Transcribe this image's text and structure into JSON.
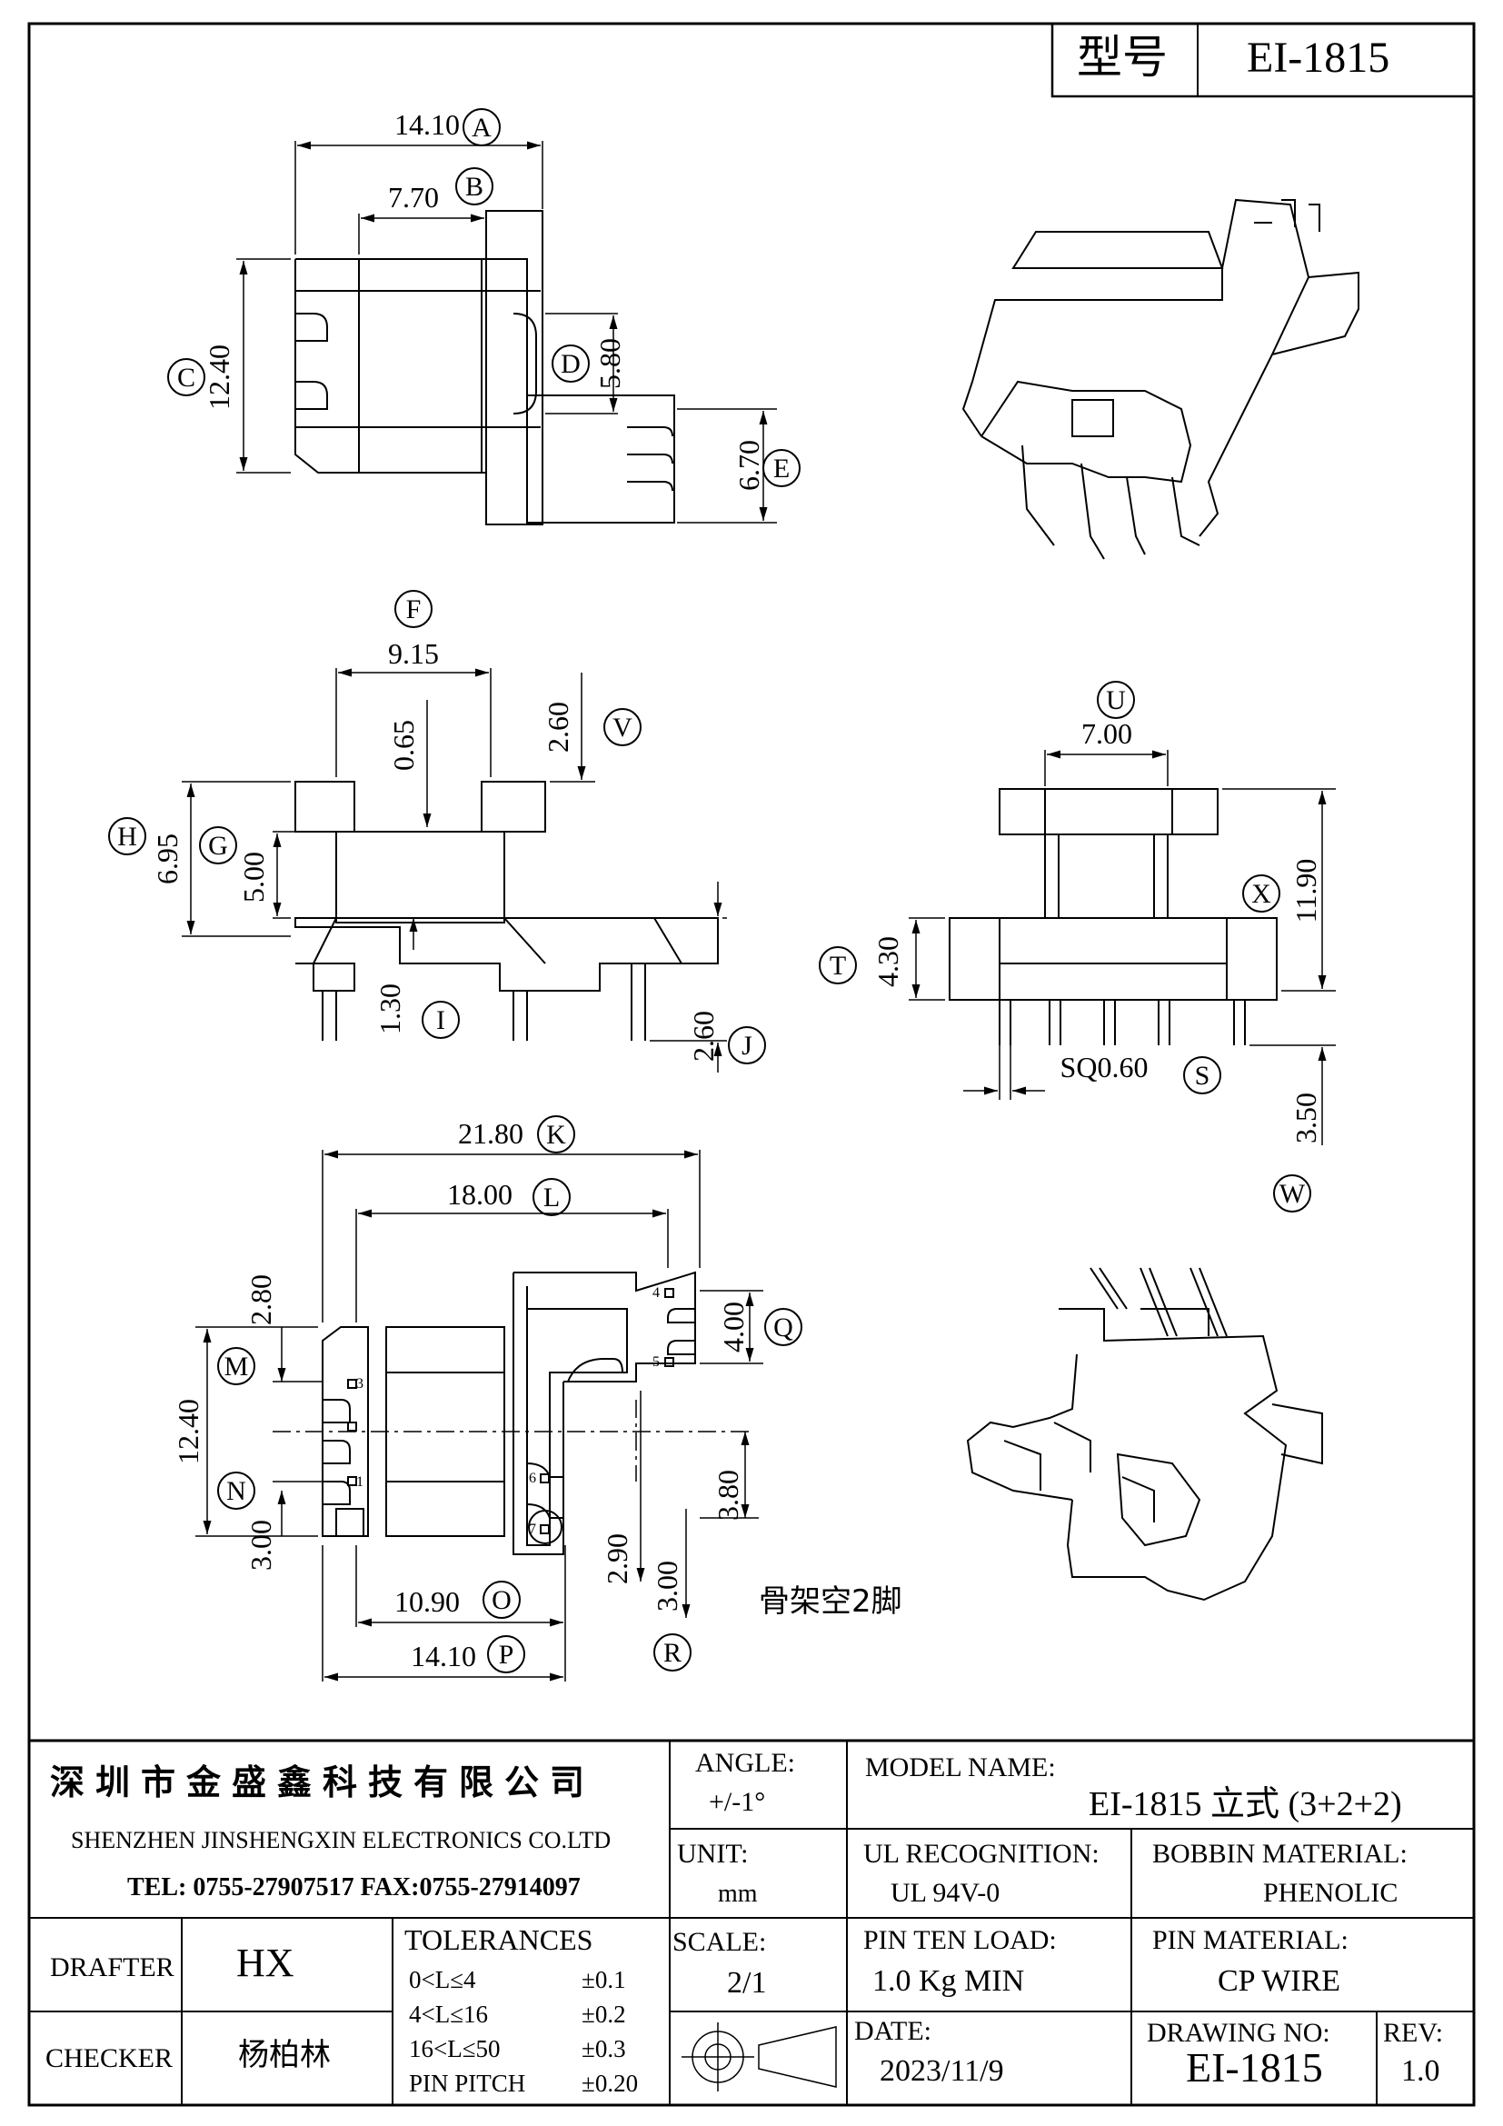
{
  "title_block": {
    "model_label": "型号",
    "model_value": "EI-1815"
  },
  "dimensions": {
    "A": "14.10",
    "B": "7.70",
    "C": "12.40",
    "D": "5.80",
    "E": "6.70",
    "F": "9.15",
    "V": "2.60",
    "G": "5.00",
    "H": "6.95",
    "gap": "0.65",
    "I": "1.30",
    "J": "2.60",
    "U": "7.00",
    "X": "11.90",
    "T": "4.30",
    "S": "SQ0.60",
    "W": "3.50",
    "K": "21.80",
    "L": "18.00",
    "Q": "4.00",
    "M": "2.80",
    "M2": "12.40",
    "N": "3.00",
    "O": "10.90",
    "P": "14.10",
    "R": "3.00",
    "R2": "2.90",
    "R3": "3.80"
  },
  "letters": [
    "A",
    "B",
    "C",
    "D",
    "E",
    "F",
    "V",
    "G",
    "H",
    "I",
    "J",
    "U",
    "X",
    "T",
    "S",
    "W",
    "K",
    "L",
    "Q",
    "M",
    "N",
    "O",
    "P",
    "R"
  ],
  "pins": [
    "1",
    "3",
    "4",
    "5",
    "6",
    "7"
  ],
  "note": "骨架空2脚",
  "company": {
    "name_cn": "深圳市金盛鑫科技有限公司",
    "name_en": "SHENZHEN JINSHENGXIN ELECTRONICS CO.LTD",
    "contact": "TEL: 0755-27907517  FAX:0755-27914097"
  },
  "info": {
    "angle_label": "ANGLE:",
    "angle_value": "+/-1°",
    "model_name_label": "MODEL NAME:",
    "model_name_value": "EI-1815 立式 (3+2+2)",
    "unit_label": "UNIT:",
    "unit_value": "mm",
    "ul_label": "UL RECOGNITION:",
    "ul_value": "UL 94V-0",
    "bobbin_label": "BOBBIN MATERIAL:",
    "bobbin_value": "PHENOLIC",
    "drafter_label": "DRAFTER",
    "drafter_value": "HX",
    "tolerances_label": "TOLERANCES",
    "tolerances": [
      {
        "range": "0<L≤4",
        "tol": "±0.1"
      },
      {
        "range": "4<L≤16",
        "tol": "±0.2"
      },
      {
        "range": "16<L≤50",
        "tol": "±0.3"
      },
      {
        "range": "PIN PITCH",
        "tol": "±0.20"
      }
    ],
    "scale_label": "SCALE:",
    "scale_value": "2/1",
    "pin_load_label": "PIN TEN LOAD:",
    "pin_load_value": "1.0 Kg MIN",
    "pin_material_label": "PIN MATERIAL:",
    "pin_material_value": "CP WIRE",
    "checker_label": "CHECKER",
    "checker_value": "杨柏林",
    "date_label": "DATE:",
    "date_value": "2023/11/9",
    "drawing_no_label": "DRAWING NO:",
    "drawing_no_value": "EI-1815",
    "rev_label": "REV:",
    "rev_value": "1.0"
  }
}
